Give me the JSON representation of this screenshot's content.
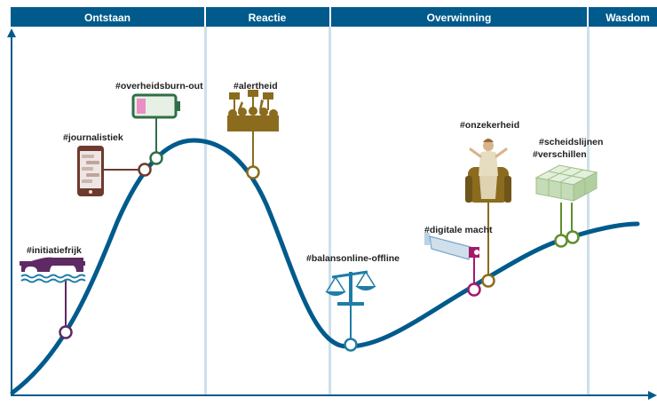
{
  "phases": [
    "Ontstaan",
    "Reactie",
    "Overwinning",
    "Wasdom"
  ],
  "tags": {
    "initiatiefrijk": "#initiatiefrijk",
    "journalistiek": "#journalistiek",
    "overheidsburnout": "#overheidsburn-out",
    "alertheid": "#alertheid",
    "balans": "#balansonline-offline",
    "digitale_macht": "#digitale macht",
    "onzekerheid": "#onzekerheid",
    "scheidslijnen": "#scheidslijnen",
    "verschillen": "#verschillen"
  },
  "icons": {
    "initiatiefrijk": "bridge-icon",
    "journalistiek": "smartphone-icon",
    "overheidsburnout": "low-battery-icon",
    "alertheid": "protest-crowd-icon",
    "balans": "balance-scale-icon",
    "digitale_macht": "security-camera-icon",
    "onzekerheid": "person-in-armchair-icon",
    "scheidslijnen": "grid-blocks-icon"
  },
  "colors": {
    "header": "#005b8c",
    "curve": "#005b8c",
    "divider": "#cde0ec",
    "purple": "#5e2a63",
    "brown": "#6e3a2e",
    "green": "#2f6f45",
    "olive": "#8b6b1e",
    "teal": "#1f7ca6",
    "magenta": "#a31a6a",
    "lime": "#5f8f2c"
  }
}
